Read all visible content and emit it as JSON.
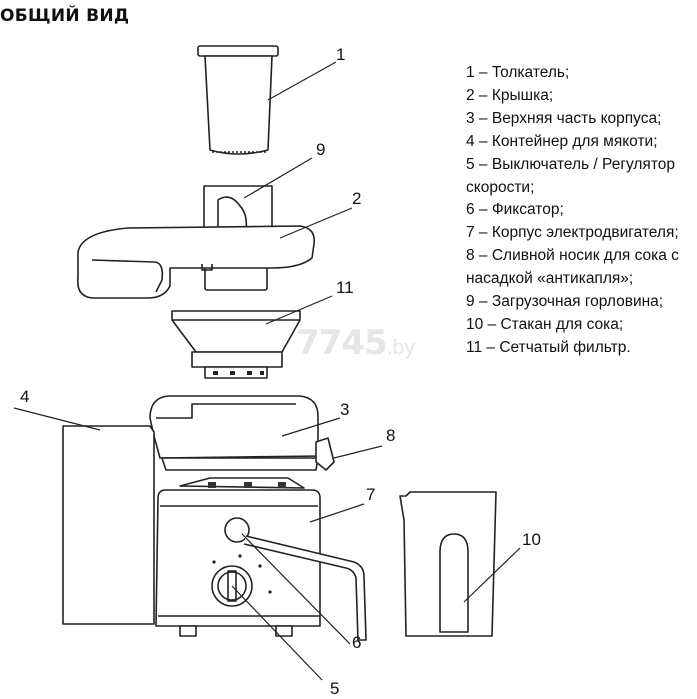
{
  "title": "ОБЩИЙ ВИД",
  "watermark": {
    "main": "7745",
    "suffix": ".by"
  },
  "callouts": {
    "n1": "1",
    "n2": "2",
    "n3": "3",
    "n4": "4",
    "n5": "5",
    "n6": "6",
    "n7": "7",
    "n8": "8",
    "n9": "9",
    "n10": "10",
    "n11": "11"
  },
  "legend": [
    "1 – Толкатель;",
    "2 – Крышка;",
    "3 – Верхняя часть корпуса;",
    "4 – Контейнер для мякоти;",
    "5 – Выключатель / Регулятор",
    "скорости;",
    "6 – Фиксатор;",
    "7 – Корпус электродвигателя;",
    "8 – Сливной носик для сока с",
    "насадкой «антикапля»;",
    "9 – Загрузочная горловина;",
    "10 – Стакан для сока;",
    "11 – Сетчатый фильтр."
  ]
}
